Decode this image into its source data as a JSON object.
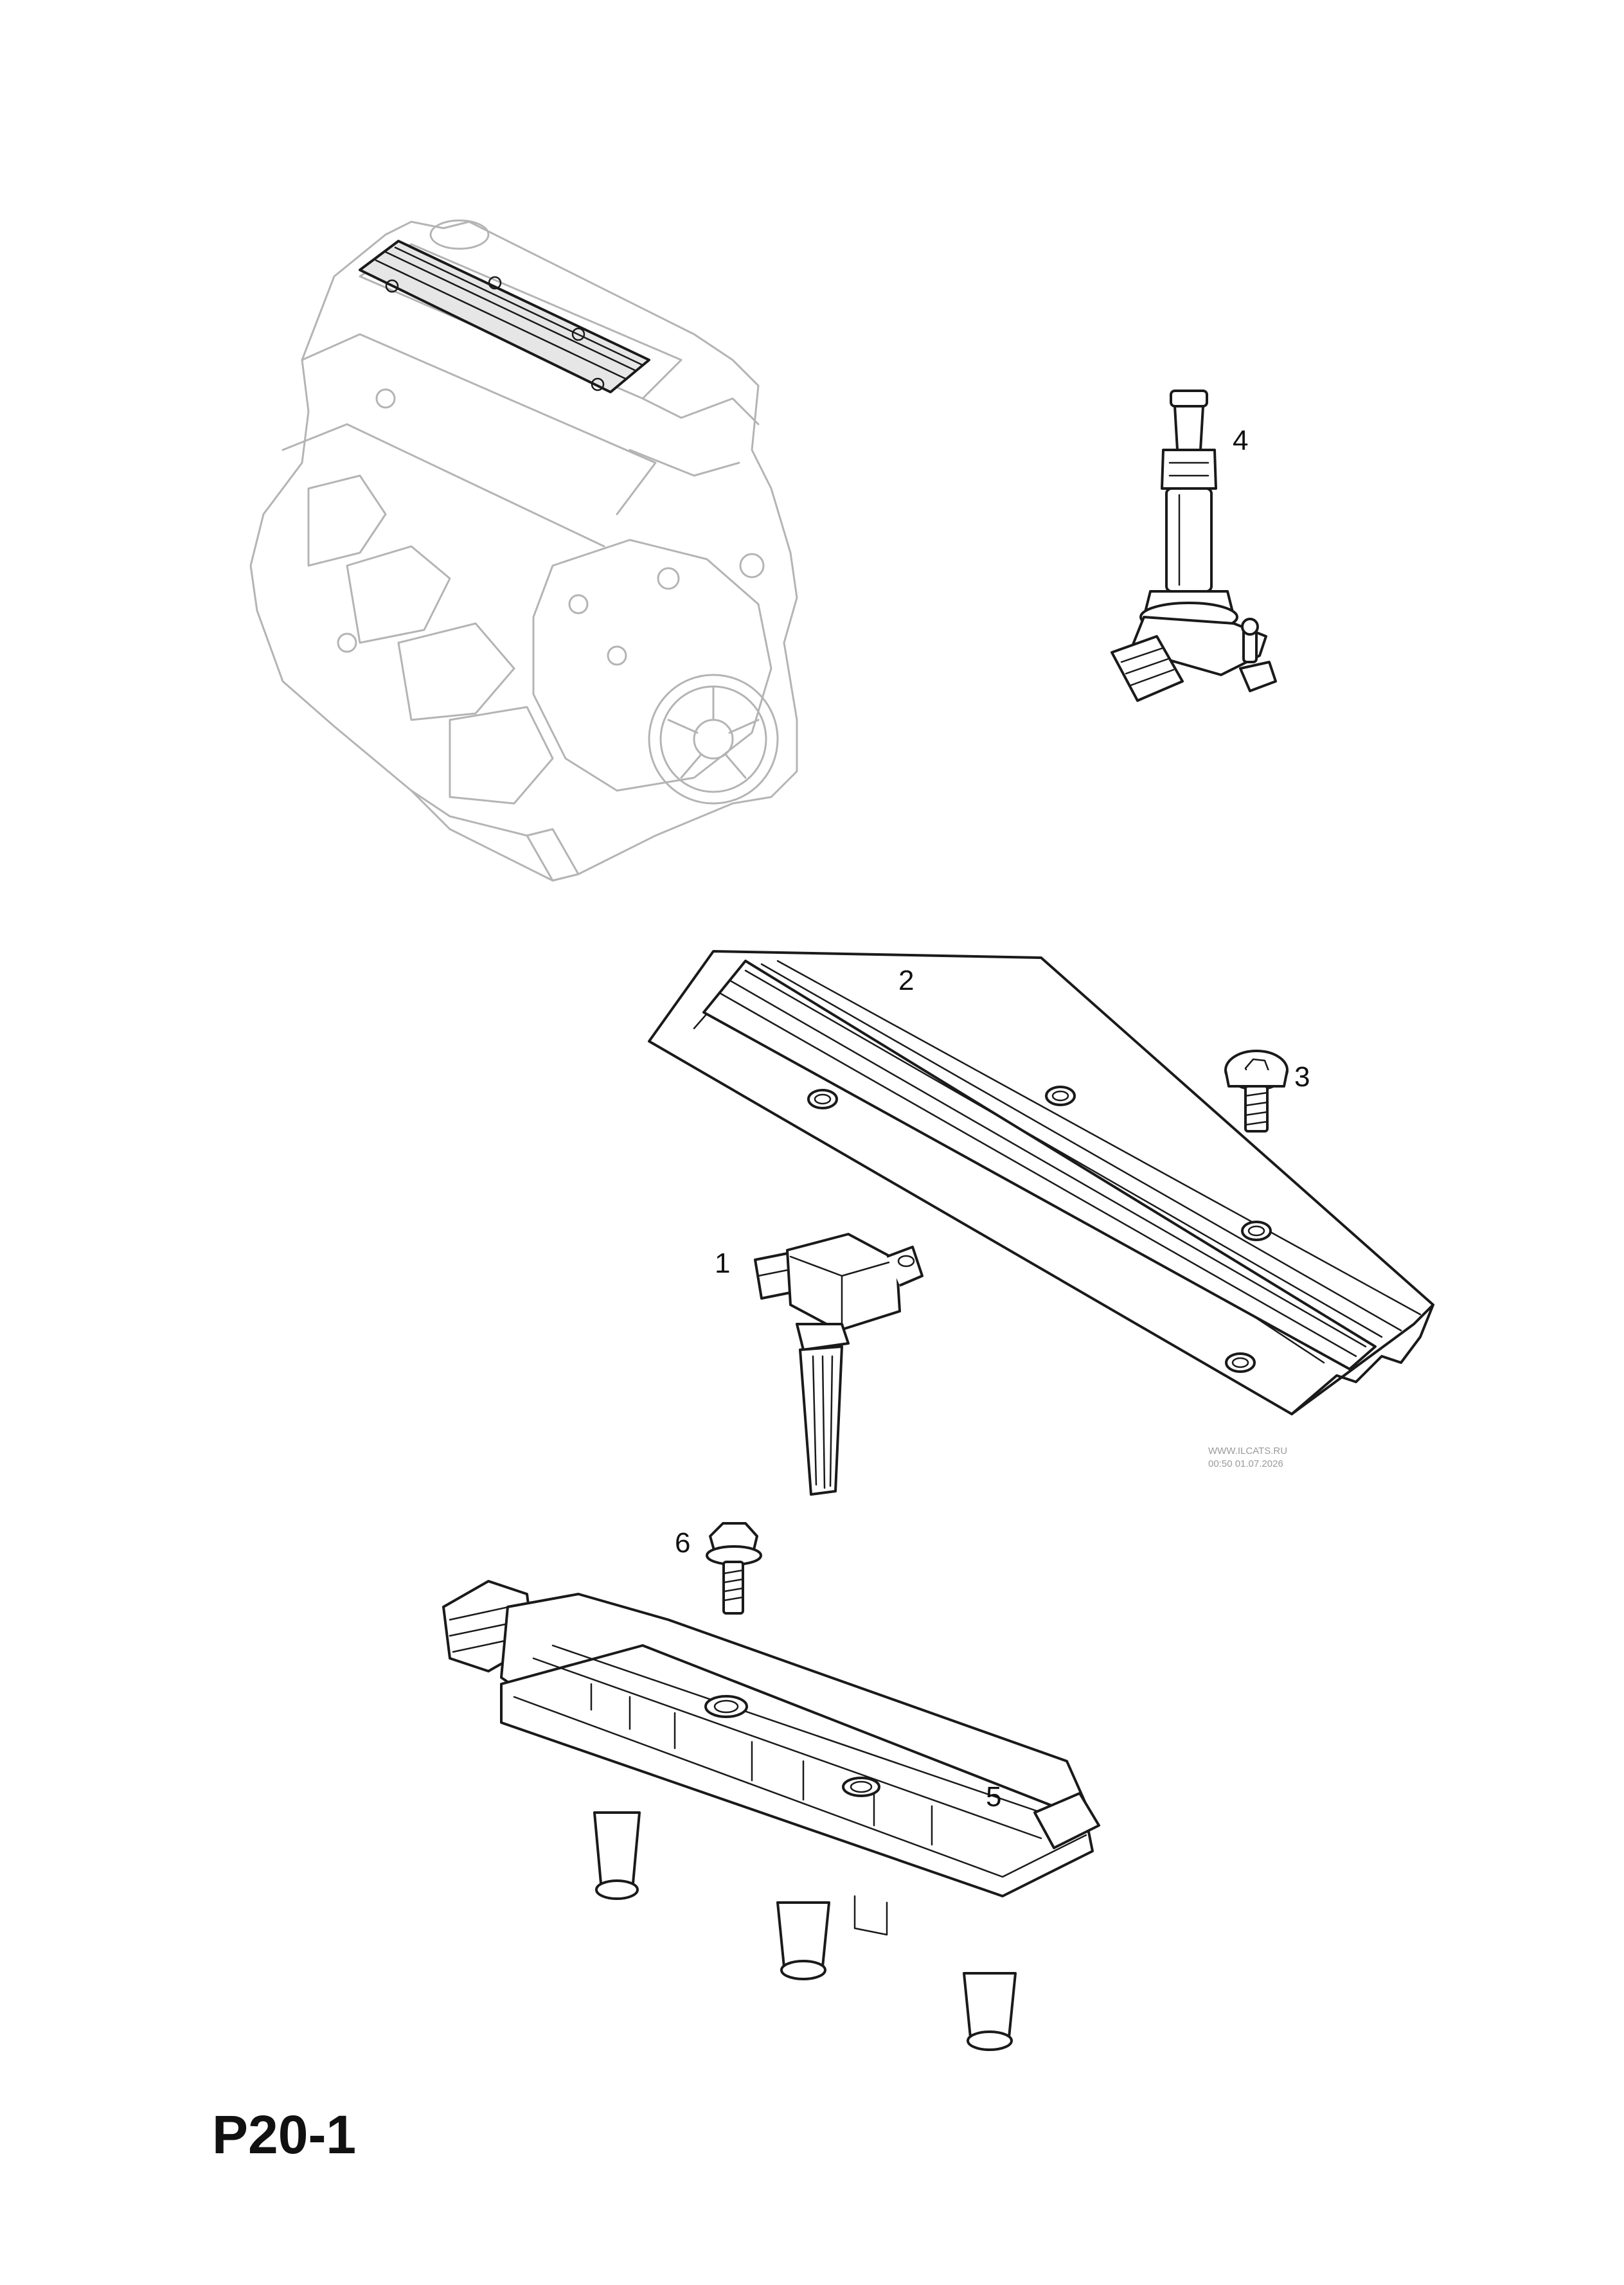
{
  "diagram": {
    "page_code": "P20-1",
    "watermark": {
      "line1": "WWW.ILCATS.RU",
      "line2": "00:50 01.07.2026"
    },
    "callouts": [
      {
        "id": "1",
        "label": "1"
      },
      {
        "id": "2",
        "label": "2"
      },
      {
        "id": "3",
        "label": "3"
      },
      {
        "id": "4",
        "label": "4"
      },
      {
        "id": "5",
        "label": "5"
      },
      {
        "id": "6",
        "label": "6"
      }
    ]
  }
}
